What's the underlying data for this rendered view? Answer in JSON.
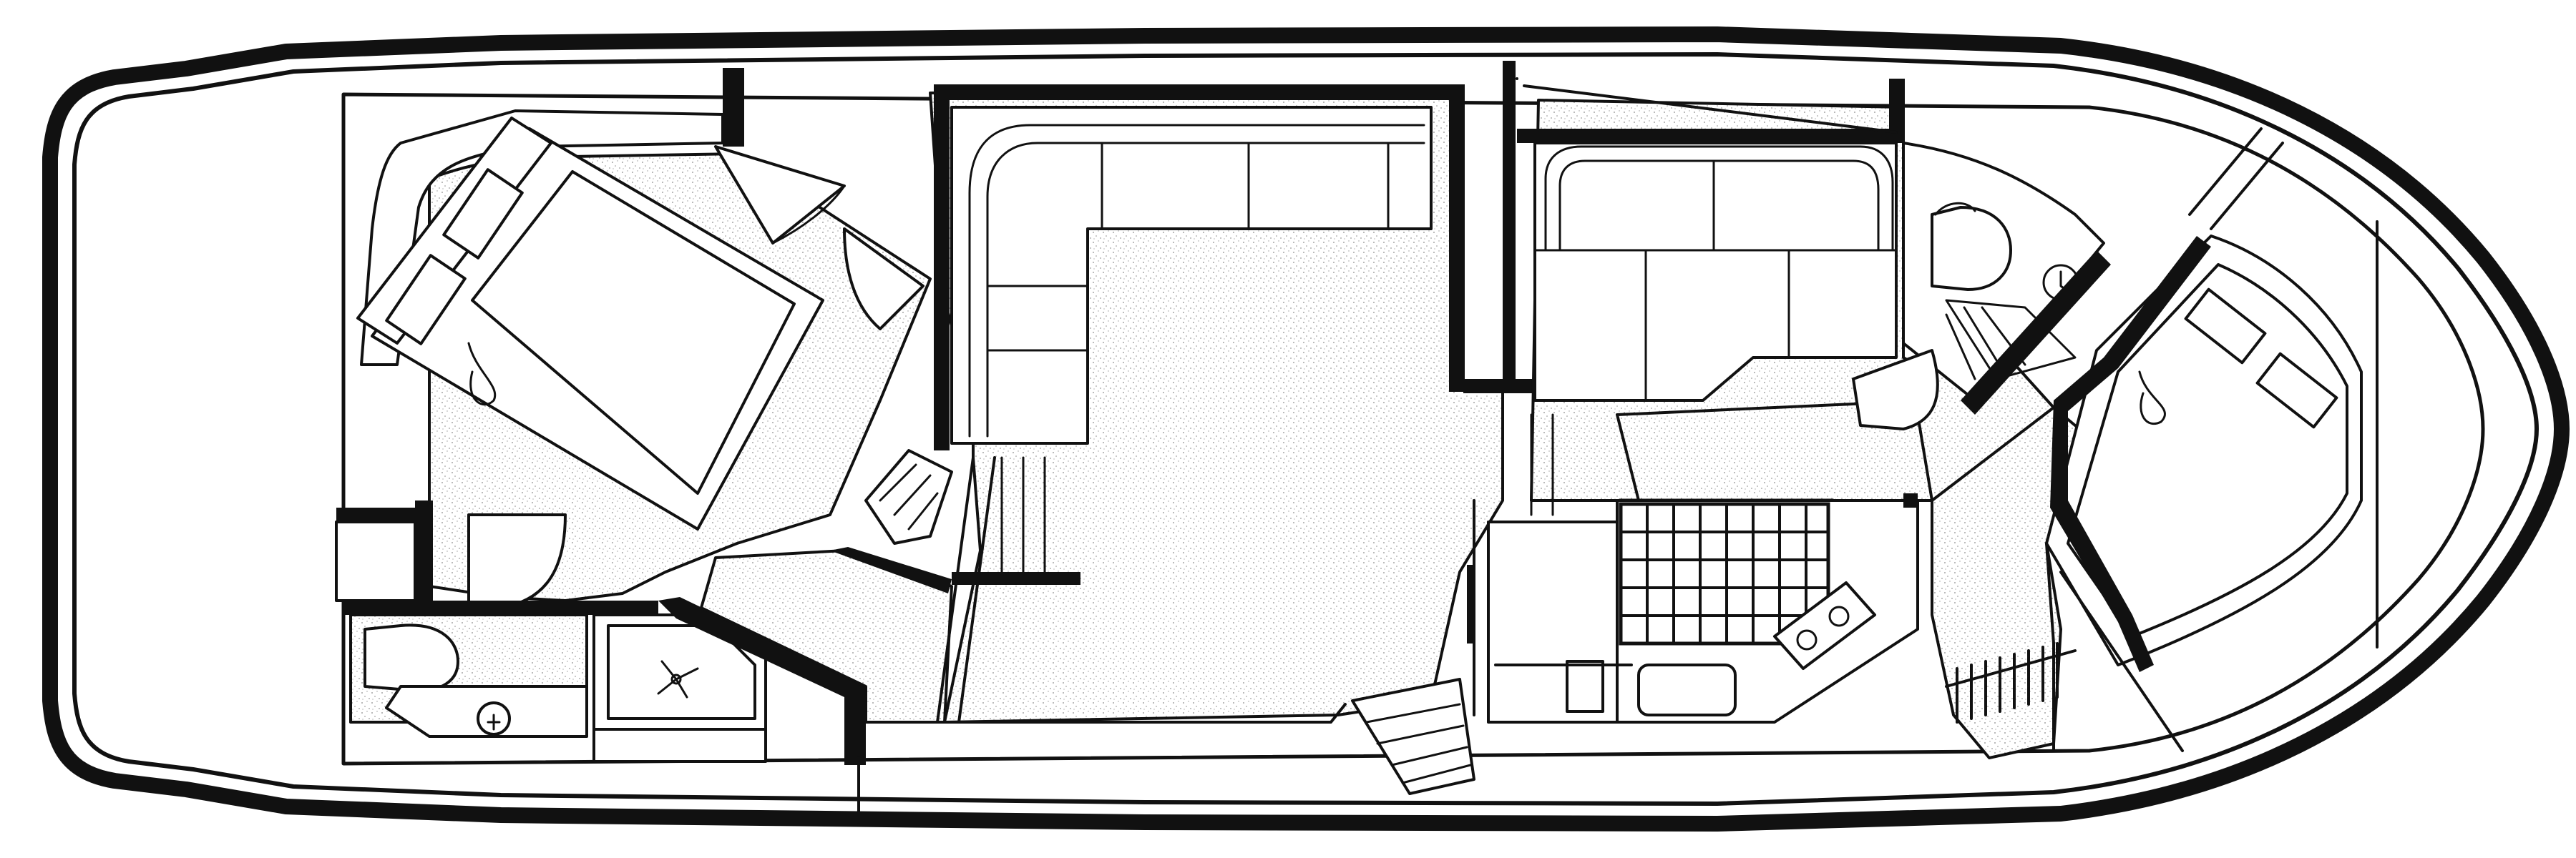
{
  "diagram": {
    "type": "boat-floor-plan",
    "colors": {
      "ink": "#111111",
      "background": "#ffffff",
      "carpet_speckle": "#8a8a8a"
    },
    "components": [
      "hull",
      "aft-stateroom",
      "aft-island-berth",
      "aft-head",
      "aft-shower",
      "salon",
      "salon-l-sofa",
      "helm-station",
      "dinette",
      "galley",
      "galley-cooktop",
      "forward-head",
      "forward-stateroom",
      "companionway-stairs",
      "bow-deck"
    ]
  }
}
